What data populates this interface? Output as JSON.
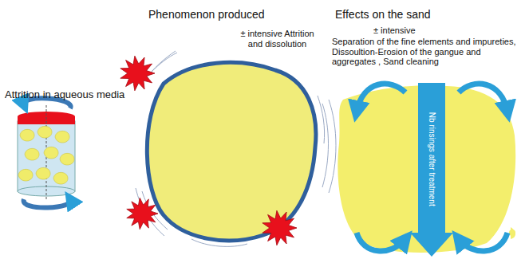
{
  "diagram": {
    "labels": [
      "Attrition in aqueous media",
      "Phenomenon produced",
      "± intensive Attrition and dissolution",
      "Effects on the sand",
      "± intensive",
      "Separation of the fine elements and impureties, Dissoultion-Erosion of the gangue and aggregates , Sand cleaning",
      "Nb rinsings after treatment"
    ]
  }
}
